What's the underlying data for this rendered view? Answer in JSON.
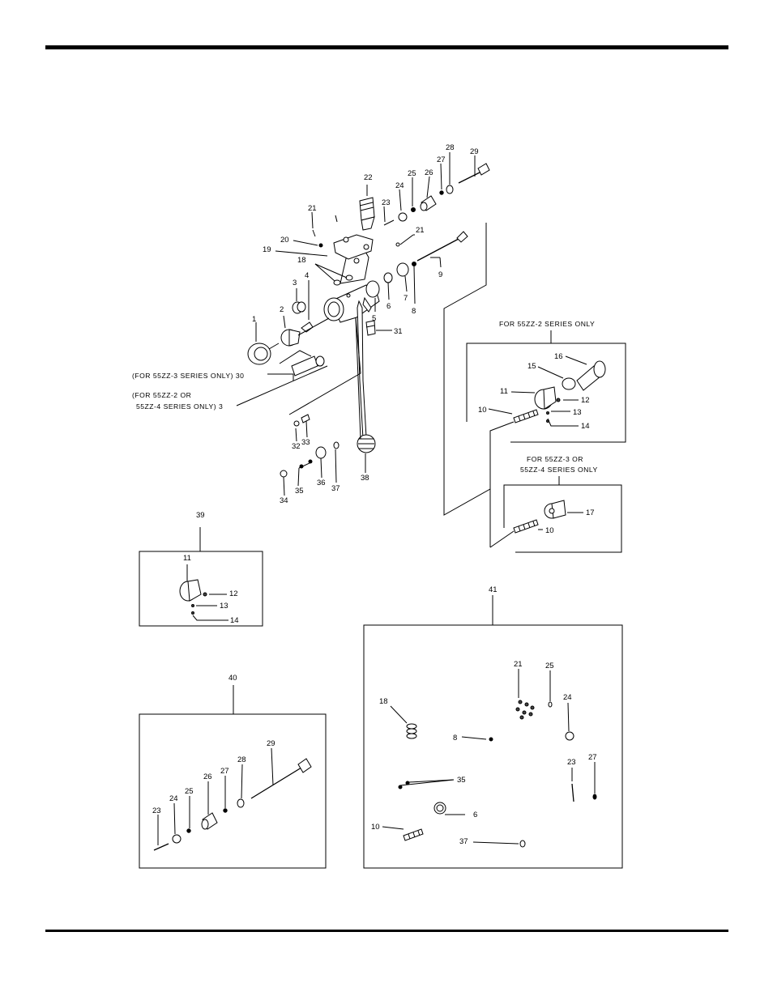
{
  "notes": {
    "n30": "(FOR 55ZZ-3 SERIES ONLY) 30",
    "n3a": "(FOR 55ZZ-2 OR",
    "n3b": "55ZZ-4 SERIES ONLY) 3",
    "box2": "FOR 55ZZ-2 SERIES ONLY",
    "box34a": "FOR 55ZZ-3 OR",
    "box34b": "55ZZ-4 SERIES ONLY"
  },
  "labels": {
    "main": [
      "1",
      "2",
      "3",
      "4",
      "5",
      "6",
      "7",
      "8",
      "9",
      "18",
      "19",
      "20",
      "21",
      "21",
      "22",
      "23",
      "24",
      "25",
      "26",
      "27",
      "28",
      "29",
      "31",
      "32",
      "33",
      "34",
      "35",
      "36",
      "37",
      "38"
    ],
    "box2": [
      "10",
      "11",
      "12",
      "13",
      "14",
      "15",
      "16"
    ],
    "box34": [
      "10",
      "17"
    ],
    "k39": [
      "39",
      "11",
      "12",
      "13",
      "14"
    ],
    "k40": [
      "40",
      "23",
      "24",
      "25",
      "26",
      "27",
      "28",
      "29"
    ],
    "k41": [
      "41",
      "18",
      "21",
      "25",
      "24",
      "8",
      "35",
      "6",
      "10",
      "37",
      "23",
      "27"
    ]
  }
}
